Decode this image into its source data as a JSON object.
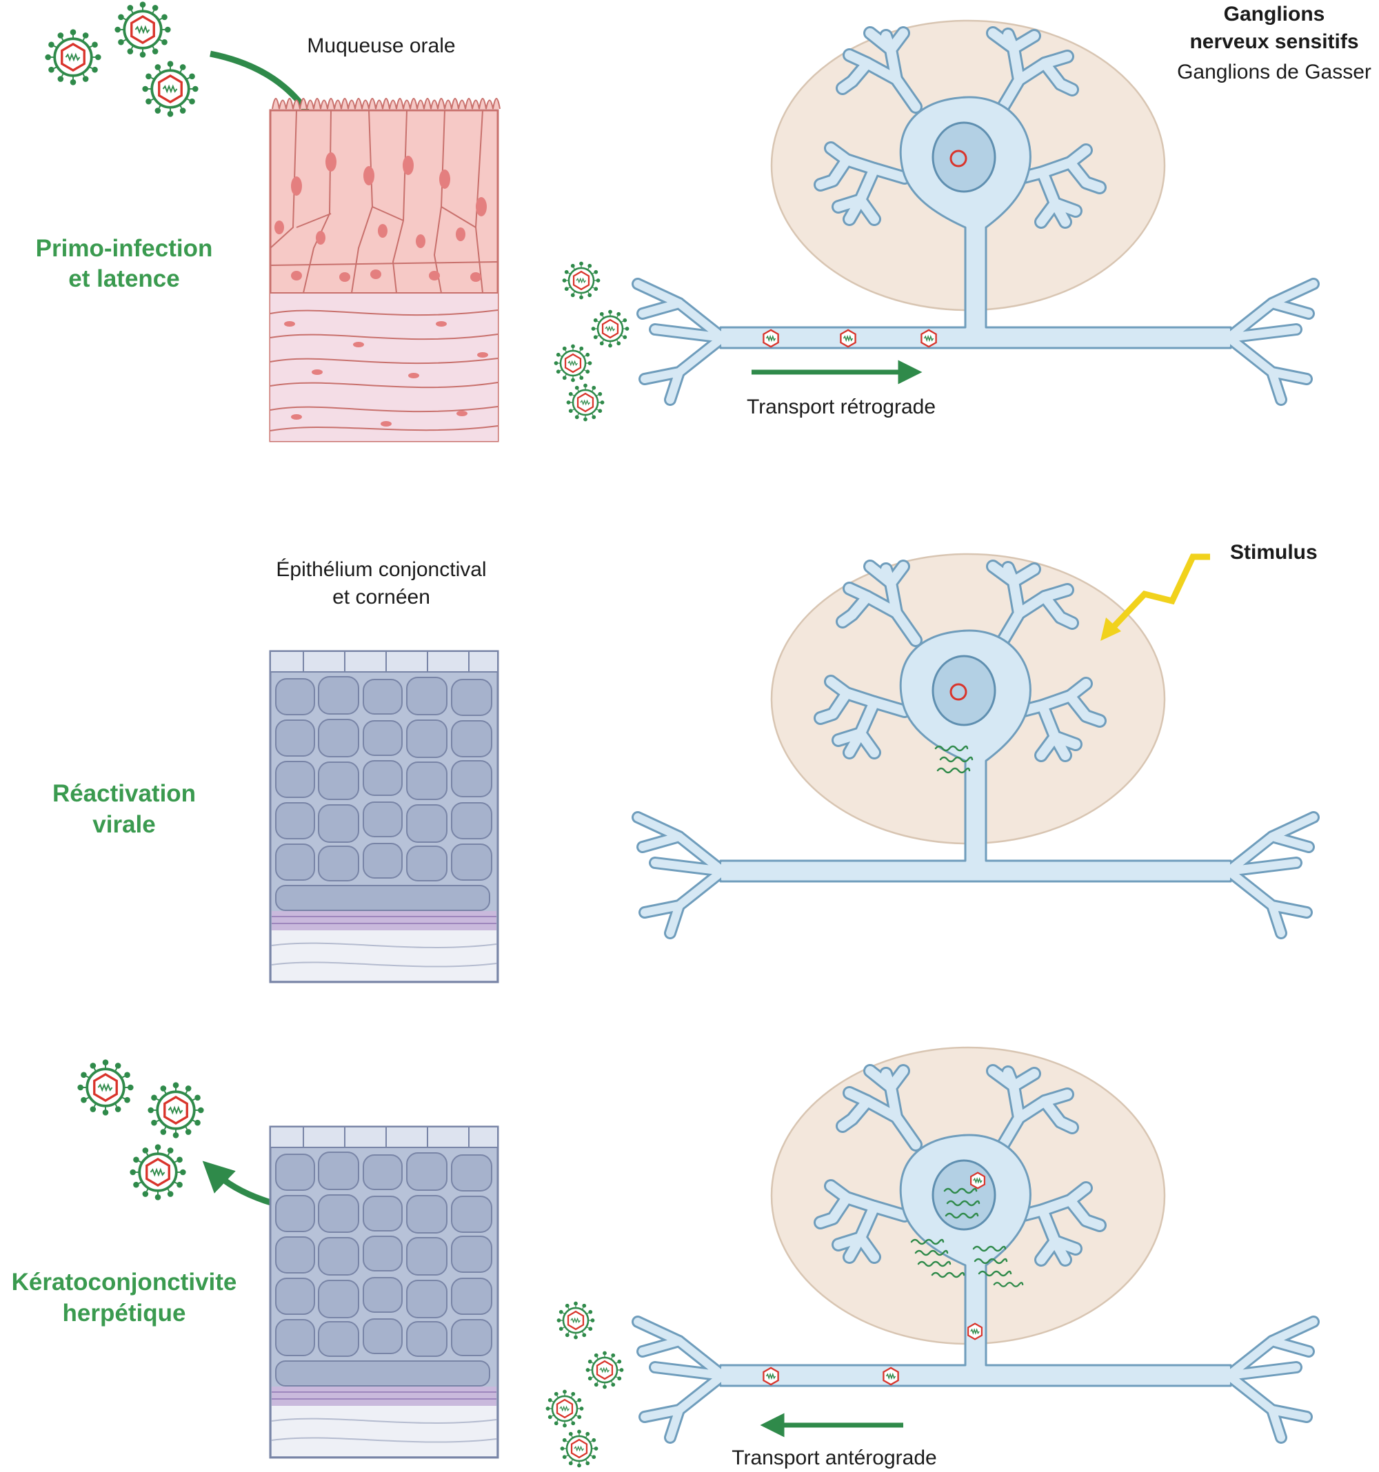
{
  "stages": [
    {
      "id": "primo-infection",
      "title_line1": "Primo-infection",
      "title_line2": "et latence",
      "tissue_label": "Muqueuse orale",
      "tissue_label_line2": "",
      "transport_label": "Transport rétrograde"
    },
    {
      "id": "reactivation",
      "title_line1": "Réactivation",
      "title_line2": "virale",
      "tissue_label": "Épithélium conjonctival",
      "tissue_label_line2": "et cornéen",
      "stimulus_label": "Stimulus"
    },
    {
      "id": "keratoconjonctivite",
      "title_line1": "Kératoconjonctivite",
      "title_line2": "herpétique",
      "transport_label": "Transport antérograde"
    }
  ],
  "ganglion": {
    "title_line1": "Ganglions",
    "title_line2": "nerveux sensitifs",
    "subtitle": "Ganglions de Gasser"
  },
  "colors": {
    "stage_title": "#3a9a4f",
    "arrow": "#2f8a4a",
    "neuron_fill": "#d6e8f4",
    "neuron_stroke": "#6f9dbc",
    "ganglion_fill": "#f3e7dc",
    "virus": "#2f8a4a",
    "capsid": "#d9342b",
    "stimulus": "#f1d21c",
    "mucosa": "#f6c9c6",
    "conjunctiva": "#b7c2d8"
  },
  "icons": [
    "virus-icon",
    "virion-icon",
    "viral-dna-icon",
    "lightning-icon",
    "arrow-icon"
  ]
}
